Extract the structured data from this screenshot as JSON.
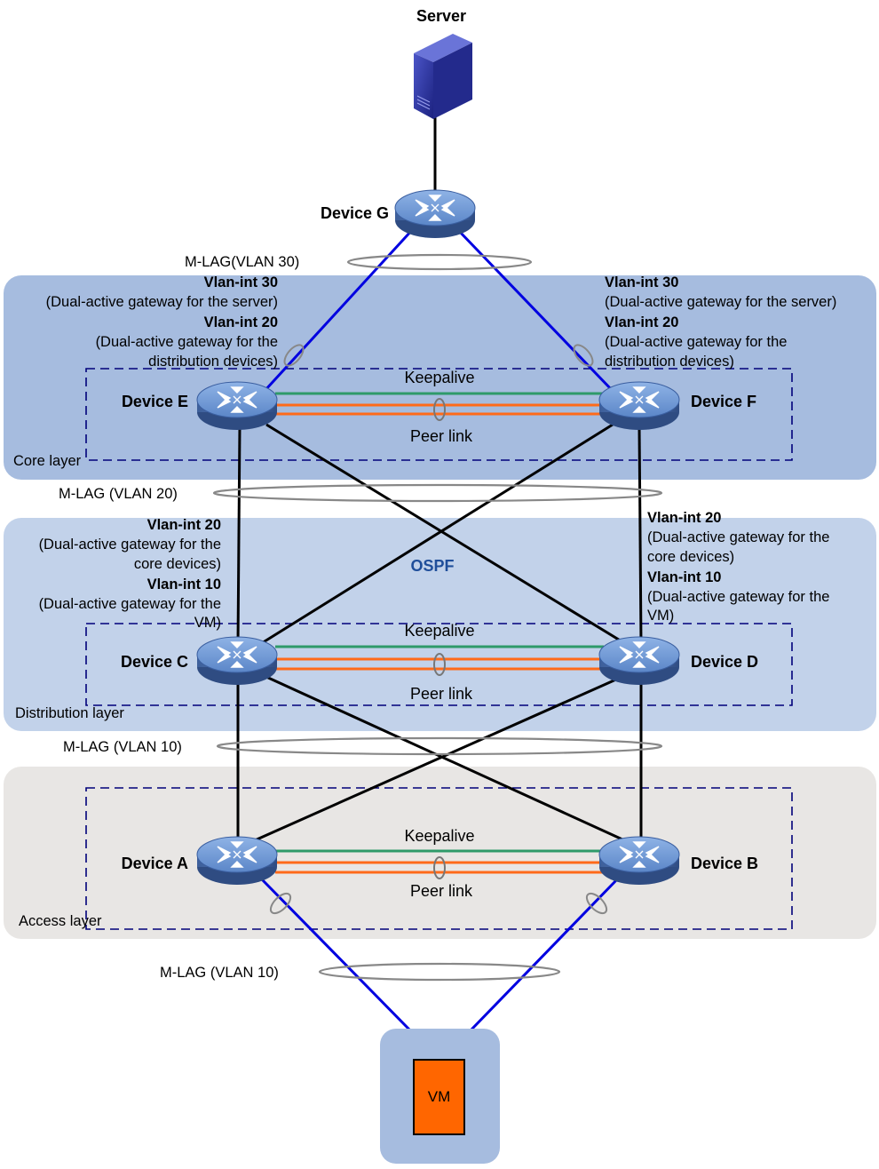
{
  "server": {
    "label": "Server"
  },
  "devices": {
    "g": "Device G",
    "e": "Device E",
    "f": "Device F",
    "c": "Device C",
    "d": "Device D",
    "a": "Device A",
    "b": "Device B"
  },
  "mlag": {
    "server_side": "M-LAG(VLAN  30)",
    "core_dist": "M-LAG (VLAN 20)",
    "dist_access": "M-LAG (VLAN  10)",
    "access_vm": "M-LAG (VLAN  10)"
  },
  "core": {
    "layer": "Core layer",
    "left_v30": "Vlan-int 30",
    "left_v30_desc": "(Dual-active gateway for the server)",
    "left_v20": "Vlan-int 20",
    "left_v20_desc1": "(Dual-active gateway for the",
    "left_v20_desc2": "distribution devices)",
    "right_v30": "Vlan-int 30",
    "right_v30_desc": "(Dual-active gateway for the server)",
    "right_v20": "Vlan-int 20",
    "right_v20_desc1": "(Dual-active gateway for the",
    "right_v20_desc2": "distribution devices)",
    "keepalive": "Keepalive",
    "peer_link": "Peer link"
  },
  "distribution": {
    "layer": "Distribution layer",
    "ospf": "OSPF",
    "left_v20": "Vlan-int 20",
    "left_v20_desc1": "(Dual-active gateway for the",
    "left_v20_desc2": "core devices)",
    "left_v10": "Vlan-int 10",
    "left_v10_desc1": "(Dual-active gateway for the",
    "left_v10_desc2": "VM)",
    "right_v20": "Vlan-int 20",
    "right_v20_desc1": "(Dual-active gateway for the",
    "right_v20_desc2": "core devices)",
    "right_v10": "Vlan-int 10",
    "right_v10_desc1": "(Dual-active gateway for the",
    "right_v10_desc2": "VM)",
    "keepalive": "Keepalive",
    "peer_link": "Peer link"
  },
  "access": {
    "layer": "Access layer",
    "keepalive": "Keepalive",
    "peer_link": "Peer link"
  },
  "vm": {
    "label": "VM"
  },
  "colors": {
    "core_bg": "#a6bcdf",
    "dist_bg": "#c2d2ea",
    "access_bg": "#e8e6e4",
    "blue_link": "#0000e0",
    "keepalive_green": "#2e9a6a",
    "peer_orange": "#ff6a1a",
    "dash_navy": "#00007a",
    "ospf_blue": "#1f4e9a",
    "vm_orange": "#ff6600"
  }
}
